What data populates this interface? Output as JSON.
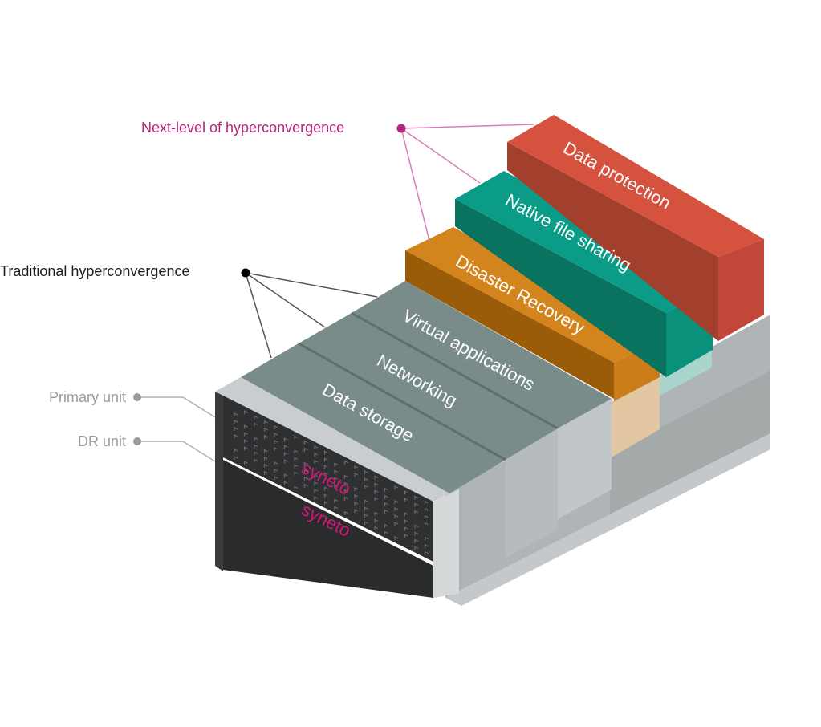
{
  "colors": {
    "next_level": "#b5257a",
    "next_level_line": "#d97fb8",
    "traditional": "#1e1e1e",
    "traditional_line": "#555555",
    "unit_label": "#9b9b9b",
    "unit_line": "#b0b0b0",
    "gray_layer_top": "#7a8c8a",
    "gray_layer_seam": "#5f6f6d",
    "red_top": "#d4523e",
    "red_side": "#a3402d",
    "red_front": "#c2463a",
    "teal_top": "#0a9c86",
    "teal_side": "#0a735f",
    "teal_front": "#0a917c",
    "orange_top": "#d4841c",
    "orange_side": "#9a5c08",
    "orange_front": "#cc7d19",
    "chassis_light": "#c9cdcf",
    "chassis_side": "#a8aeb0",
    "bezel_dark": "#2f3032",
    "brand": "#d6157a"
  },
  "callouts": {
    "next_level": "Next-level of hyperconvergence",
    "traditional": "Traditional hyperconvergence",
    "primary_unit": "Primary unit",
    "dr_unit": "DR unit"
  },
  "layers": {
    "traditional": [
      {
        "label": "Data storage"
      },
      {
        "label": "Networking"
      },
      {
        "label": "Virtual applications"
      }
    ],
    "next_level": [
      {
        "label": "Disaster Recovery"
      },
      {
        "label": "Native file sharing"
      },
      {
        "label": "Data protection"
      }
    ]
  },
  "units": {
    "brand_primary": "syneto",
    "brand_dr": "syneto"
  }
}
